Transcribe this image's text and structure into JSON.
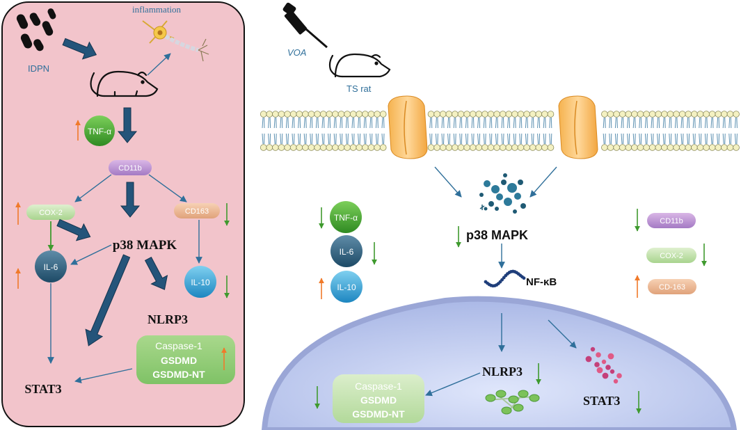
{
  "left_panel": {
    "idpn_label": "IDPN",
    "inflammation_label": "inflammation",
    "tnf": "TNF-α",
    "cd11b": "CD11b",
    "cox2": "COX-2",
    "cd163": "CD163",
    "p38": "p38 MAPK",
    "il6": "IL-6",
    "il10": "IL-10",
    "nlrp3": "NLRP3",
    "caspase_lines": [
      "Caspase-1",
      "GSDMD",
      "GSDMD-NT"
    ],
    "stat3": "STAT3"
  },
  "right_panel": {
    "voa_label": "VOA",
    "rat_label": "TS rat",
    "tnf": "TNF-α",
    "il6": "IL-6",
    "il10": "IL-10",
    "p38": "p38 MAPK",
    "nfkb": "NF-κB",
    "cd11b": "CD11b",
    "cox2": "COX-2",
    "cd163": "CD-163",
    "nlrp3": "NLRP3",
    "caspase_lines": [
      "Caspase-1",
      "GSDMD",
      "GSDMD-NT"
    ],
    "stat3": "STAT3"
  },
  "colors": {
    "panel_bg": "#f2c4cb",
    "arrow_dark": "#1f4e73",
    "arrow_thin": "#2f6f9a",
    "up_arrow": "#f07a2a",
    "down_arrow": "#3f9a2e",
    "nucleus": "#bcc8ee",
    "membrane_head": "#f4f1c2"
  }
}
